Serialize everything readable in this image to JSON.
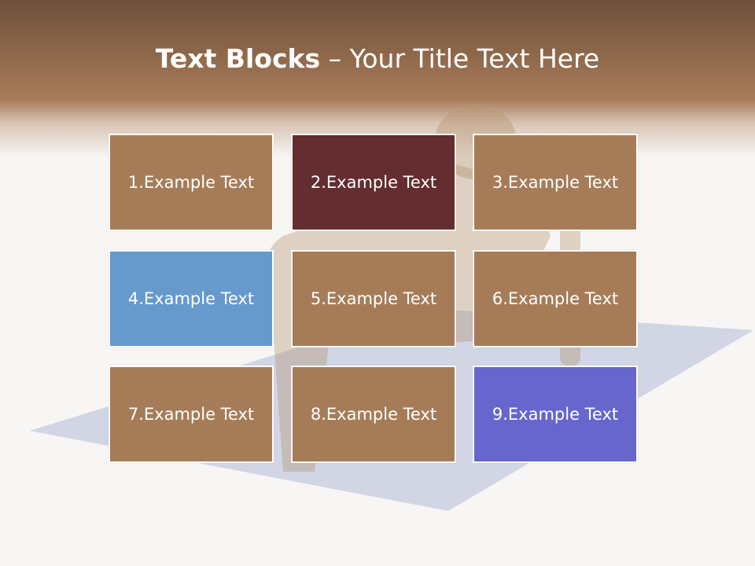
{
  "slide": {
    "title_bold": "Text Blocks",
    "title_dash": " – ",
    "title_rest": "Your Title Text Here"
  },
  "blocks": [
    {
      "label": "1.Example Text",
      "color": "#a67c58"
    },
    {
      "label": "2.Example Text",
      "color": "#642d2f"
    },
    {
      "label": "3.Example Text",
      "color": "#a67c58"
    },
    {
      "label": "4.Example Text",
      "color": "#6699cc"
    },
    {
      "label": "5.Example Text",
      "color": "#a67c58"
    },
    {
      "label": "6.Example Text",
      "color": "#a67c58"
    },
    {
      "label": "7.Example Text",
      "color": "#a67c58"
    },
    {
      "label": "8.Example Text",
      "color": "#a67c58"
    },
    {
      "label": "9.Example Text",
      "color": "#6666cc"
    }
  ]
}
